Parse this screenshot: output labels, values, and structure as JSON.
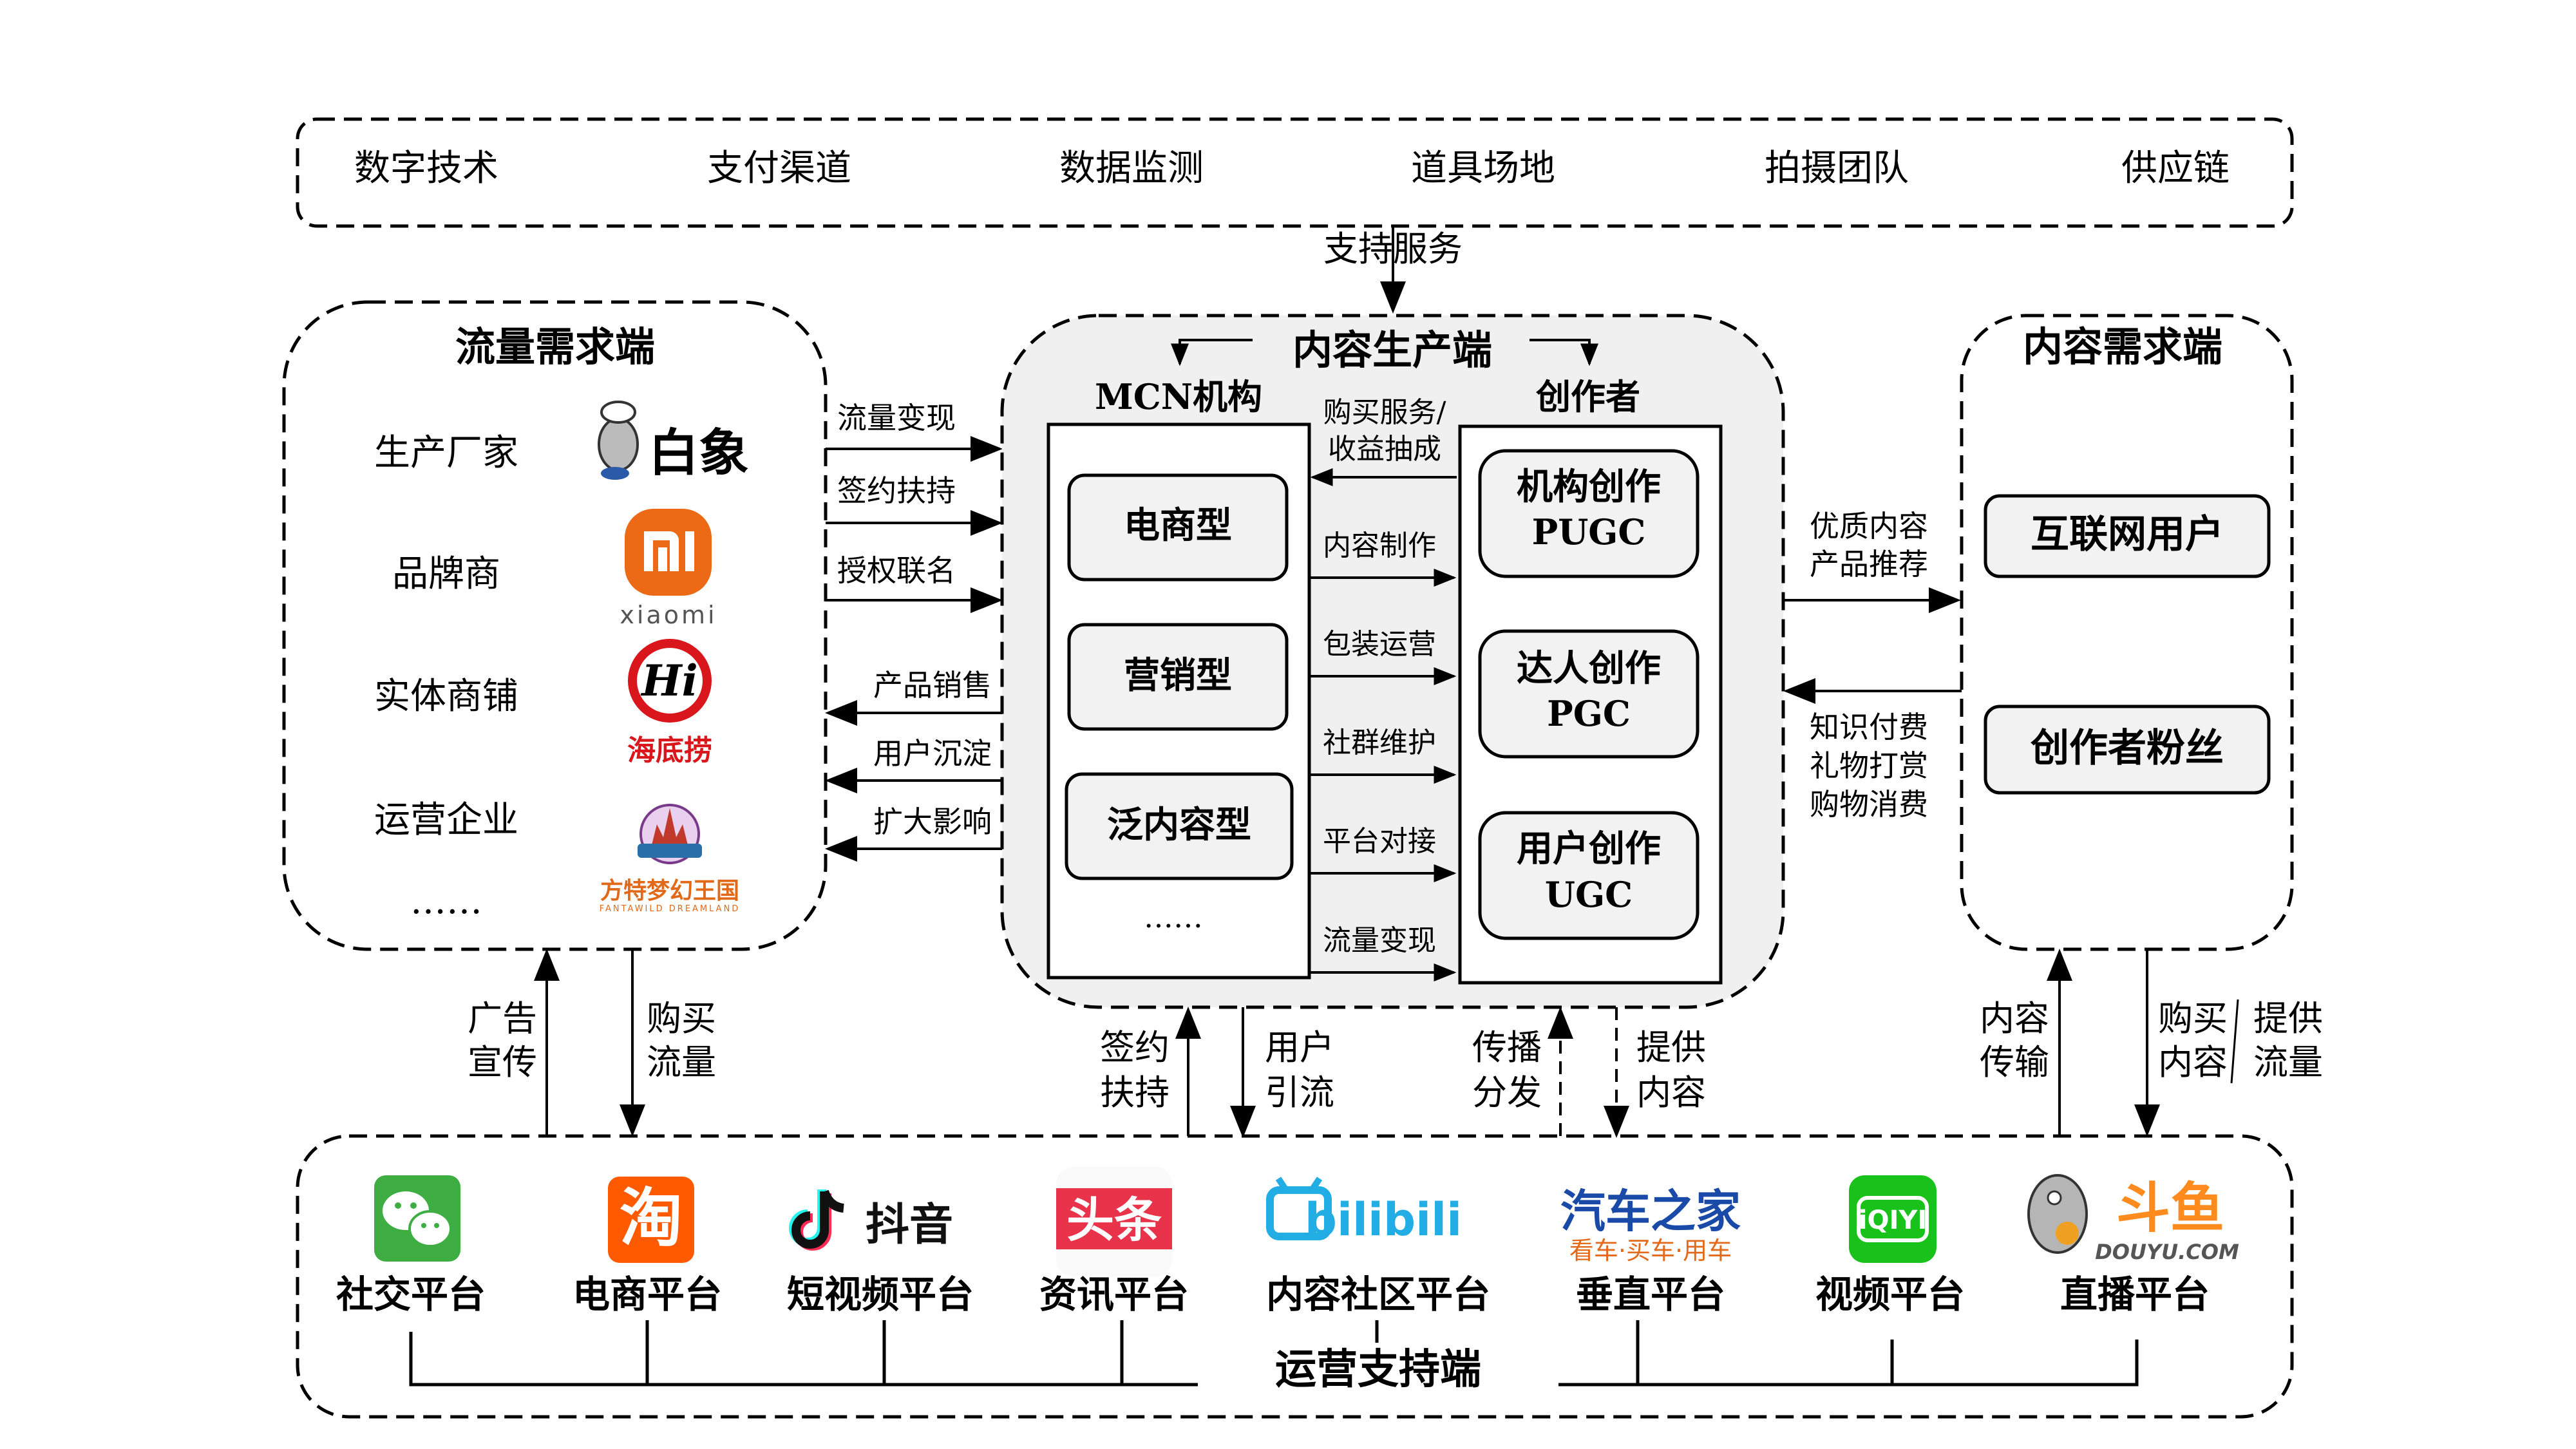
{
  "support_layer": {
    "items": [
      "数字技术",
      "支付渠道",
      "数据监测",
      "道具场地",
      "拍摄团队",
      "供应链"
    ],
    "arrow_label": "支持服务"
  },
  "traffic_demand": {
    "title": "流量需求端",
    "rows": [
      {
        "label": "生产厂家",
        "logo": "白象",
        "logo_icon": "elephant-chef-icon"
      },
      {
        "label": "品牌商",
        "logo": "xiaomi",
        "logo_icon": "mi-icon"
      },
      {
        "label": "实体商铺",
        "logo": "海底捞",
        "logo_icon": "hi-icon"
      },
      {
        "label": "运营企业",
        "logo": "方特梦幻王国",
        "logo_sub": "FANTAWILD DREAMLAND",
        "logo_icon": "castle-icon"
      }
    ],
    "ellipsis": "……"
  },
  "left_arrows": {
    "to_center": [
      "流量变现",
      "签约扶持",
      "授权联名"
    ],
    "to_left": [
      "产品销售",
      "用户沉淀",
      "扩大影响"
    ]
  },
  "content_production": {
    "title": "内容生产端",
    "mcn": {
      "title": "MCN机构",
      "types": [
        "电商型",
        "营销型",
        "泛内容型"
      ],
      "ellipsis": "……"
    },
    "creators": {
      "title": "创作者",
      "types": [
        {
          "name": "机构创作",
          "abbr": "PUGC"
        },
        {
          "name": "达人创作",
          "abbr": "PGC"
        },
        {
          "name": "用户创作",
          "abbr": "UGC"
        }
      ]
    },
    "back_arrow_label": [
      "购买服务/",
      "收益抽成"
    ],
    "forward_arrows": [
      "内容制作",
      "包装运营",
      "社群维护",
      "平台对接",
      "流量变现"
    ]
  },
  "right_arrows": {
    "to_right": [
      "优质内容",
      "产品推荐"
    ],
    "to_center": [
      "知识付费",
      "礼物打赏",
      "购物消费"
    ]
  },
  "content_demand": {
    "title": "内容需求端",
    "groups": [
      "互联网用户",
      "创作者粉丝"
    ]
  },
  "vertical_arrows": {
    "ad": [
      "广告",
      "宣传"
    ],
    "buy_traffic": [
      "购买",
      "流量"
    ],
    "sign_support": [
      "签约",
      "扶持"
    ],
    "user_guide": [
      "用户",
      "引流"
    ],
    "distribute": [
      "传播",
      "分发"
    ],
    "provide_content": [
      "提供",
      "内容"
    ],
    "content_transfer": [
      "内容",
      "传输"
    ],
    "buy_content": [
      "购买",
      "内容"
    ],
    "provide_traffic": [
      "提供",
      "流量"
    ]
  },
  "operation_support": {
    "title": "运营支持端",
    "platforms": [
      {
        "label": "社交平台",
        "logo_icon": "wechat-icon",
        "color": "#3fae42"
      },
      {
        "label": "电商平台",
        "logo_icon": "taobao-icon",
        "color": "#ff5a00",
        "logo_text": "淘"
      },
      {
        "label": "短视频平台",
        "logo_icon": "douyin-icon",
        "logo_text": "抖音"
      },
      {
        "label": "资讯平台",
        "logo_icon": "toutiao-icon",
        "color": "#e8334a",
        "logo_text": "头条"
      },
      {
        "label": "内容社区平台",
        "logo_icon": "bilibili-icon",
        "color": "#23ade5",
        "logo_text": "bilibili"
      },
      {
        "label": "垂直平台",
        "logo_icon": "autohome-icon",
        "color": "#1a4aa8",
        "logo_text": "汽车之家",
        "logo_sub": "看车·买车·用车"
      },
      {
        "label": "视频平台",
        "logo_icon": "iqiyi-icon",
        "color": "#18c21b",
        "logo_text": "iQIYI"
      },
      {
        "label": "直播平台",
        "logo_icon": "douyu-icon",
        "color": "#ff8a1e",
        "logo_text": "斗鱼",
        "logo_sub": "DOUYU.COM"
      }
    ]
  },
  "colors": {
    "line": "#000000",
    "panel_fill": "#f0f0f0",
    "box_fill": "#f2f2f2"
  }
}
